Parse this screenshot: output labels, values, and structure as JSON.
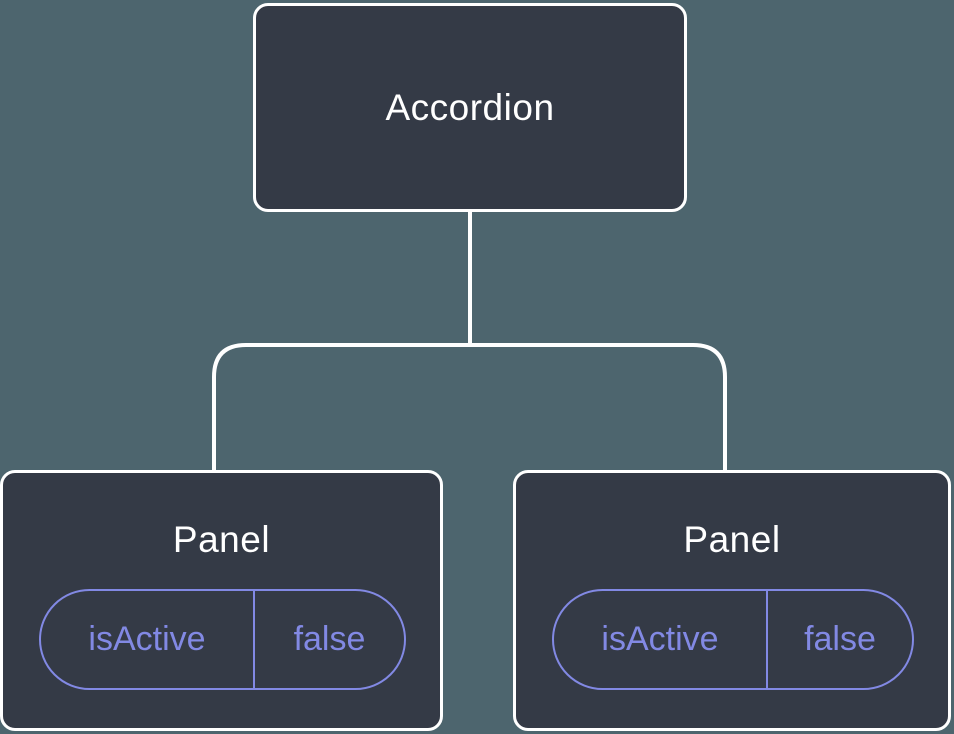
{
  "diagram": {
    "description": "component-tree",
    "root": {
      "label": "Accordion"
    },
    "children": [
      {
        "label": "Panel",
        "state": {
          "key": "isActive",
          "value": "false"
        }
      },
      {
        "label": "Panel",
        "state": {
          "key": "isActive",
          "value": "false"
        }
      }
    ]
  },
  "colors": {
    "background": "#4d656e",
    "node_fill": "#343a46",
    "node_border": "#ffffff",
    "state_accent": "#8289e4",
    "text": "#ffffff"
  }
}
